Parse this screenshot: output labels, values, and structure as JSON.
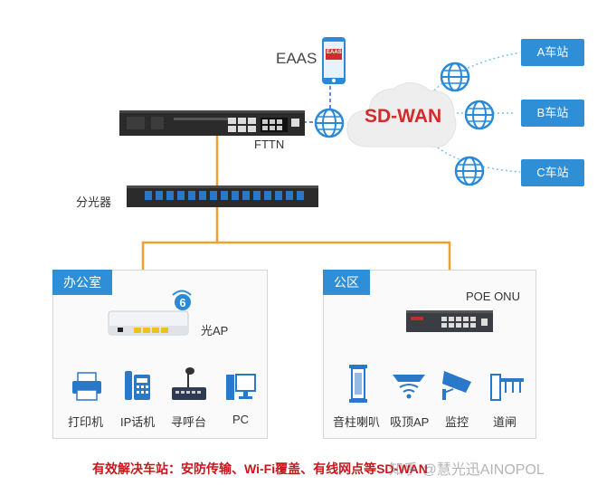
{
  "nodes": {
    "eaas": "EAAS",
    "sdwan": "SD-WAN",
    "fttn": "FTTN",
    "splitter": "分光器",
    "station_a": "A车站",
    "station_b": "B车站",
    "station_c": "C车站",
    "phone_badge": "EAAS"
  },
  "office": {
    "title": "办公室",
    "ap_label": "光AP",
    "devices": [
      "打印机",
      "IP话机",
      "寻呼台",
      "PC"
    ]
  },
  "public": {
    "title": "公区",
    "onu_label": "POE ONU",
    "devices": [
      "音柱喇叭",
      "吸顶AP",
      "监控",
      "道闸"
    ]
  },
  "footer": {
    "text": "有效解决车站：安防传输、Wi-Fi覆盖、有线网点等SD-WAN",
    "watermark": "知乎 @慧光迅AINOPOL"
  },
  "colors": {
    "accent_blue": "#2f8fd6",
    "fiber_orange": "#f0a030",
    "link_blue": "#2255c4",
    "footer_red": "#c8161d"
  }
}
